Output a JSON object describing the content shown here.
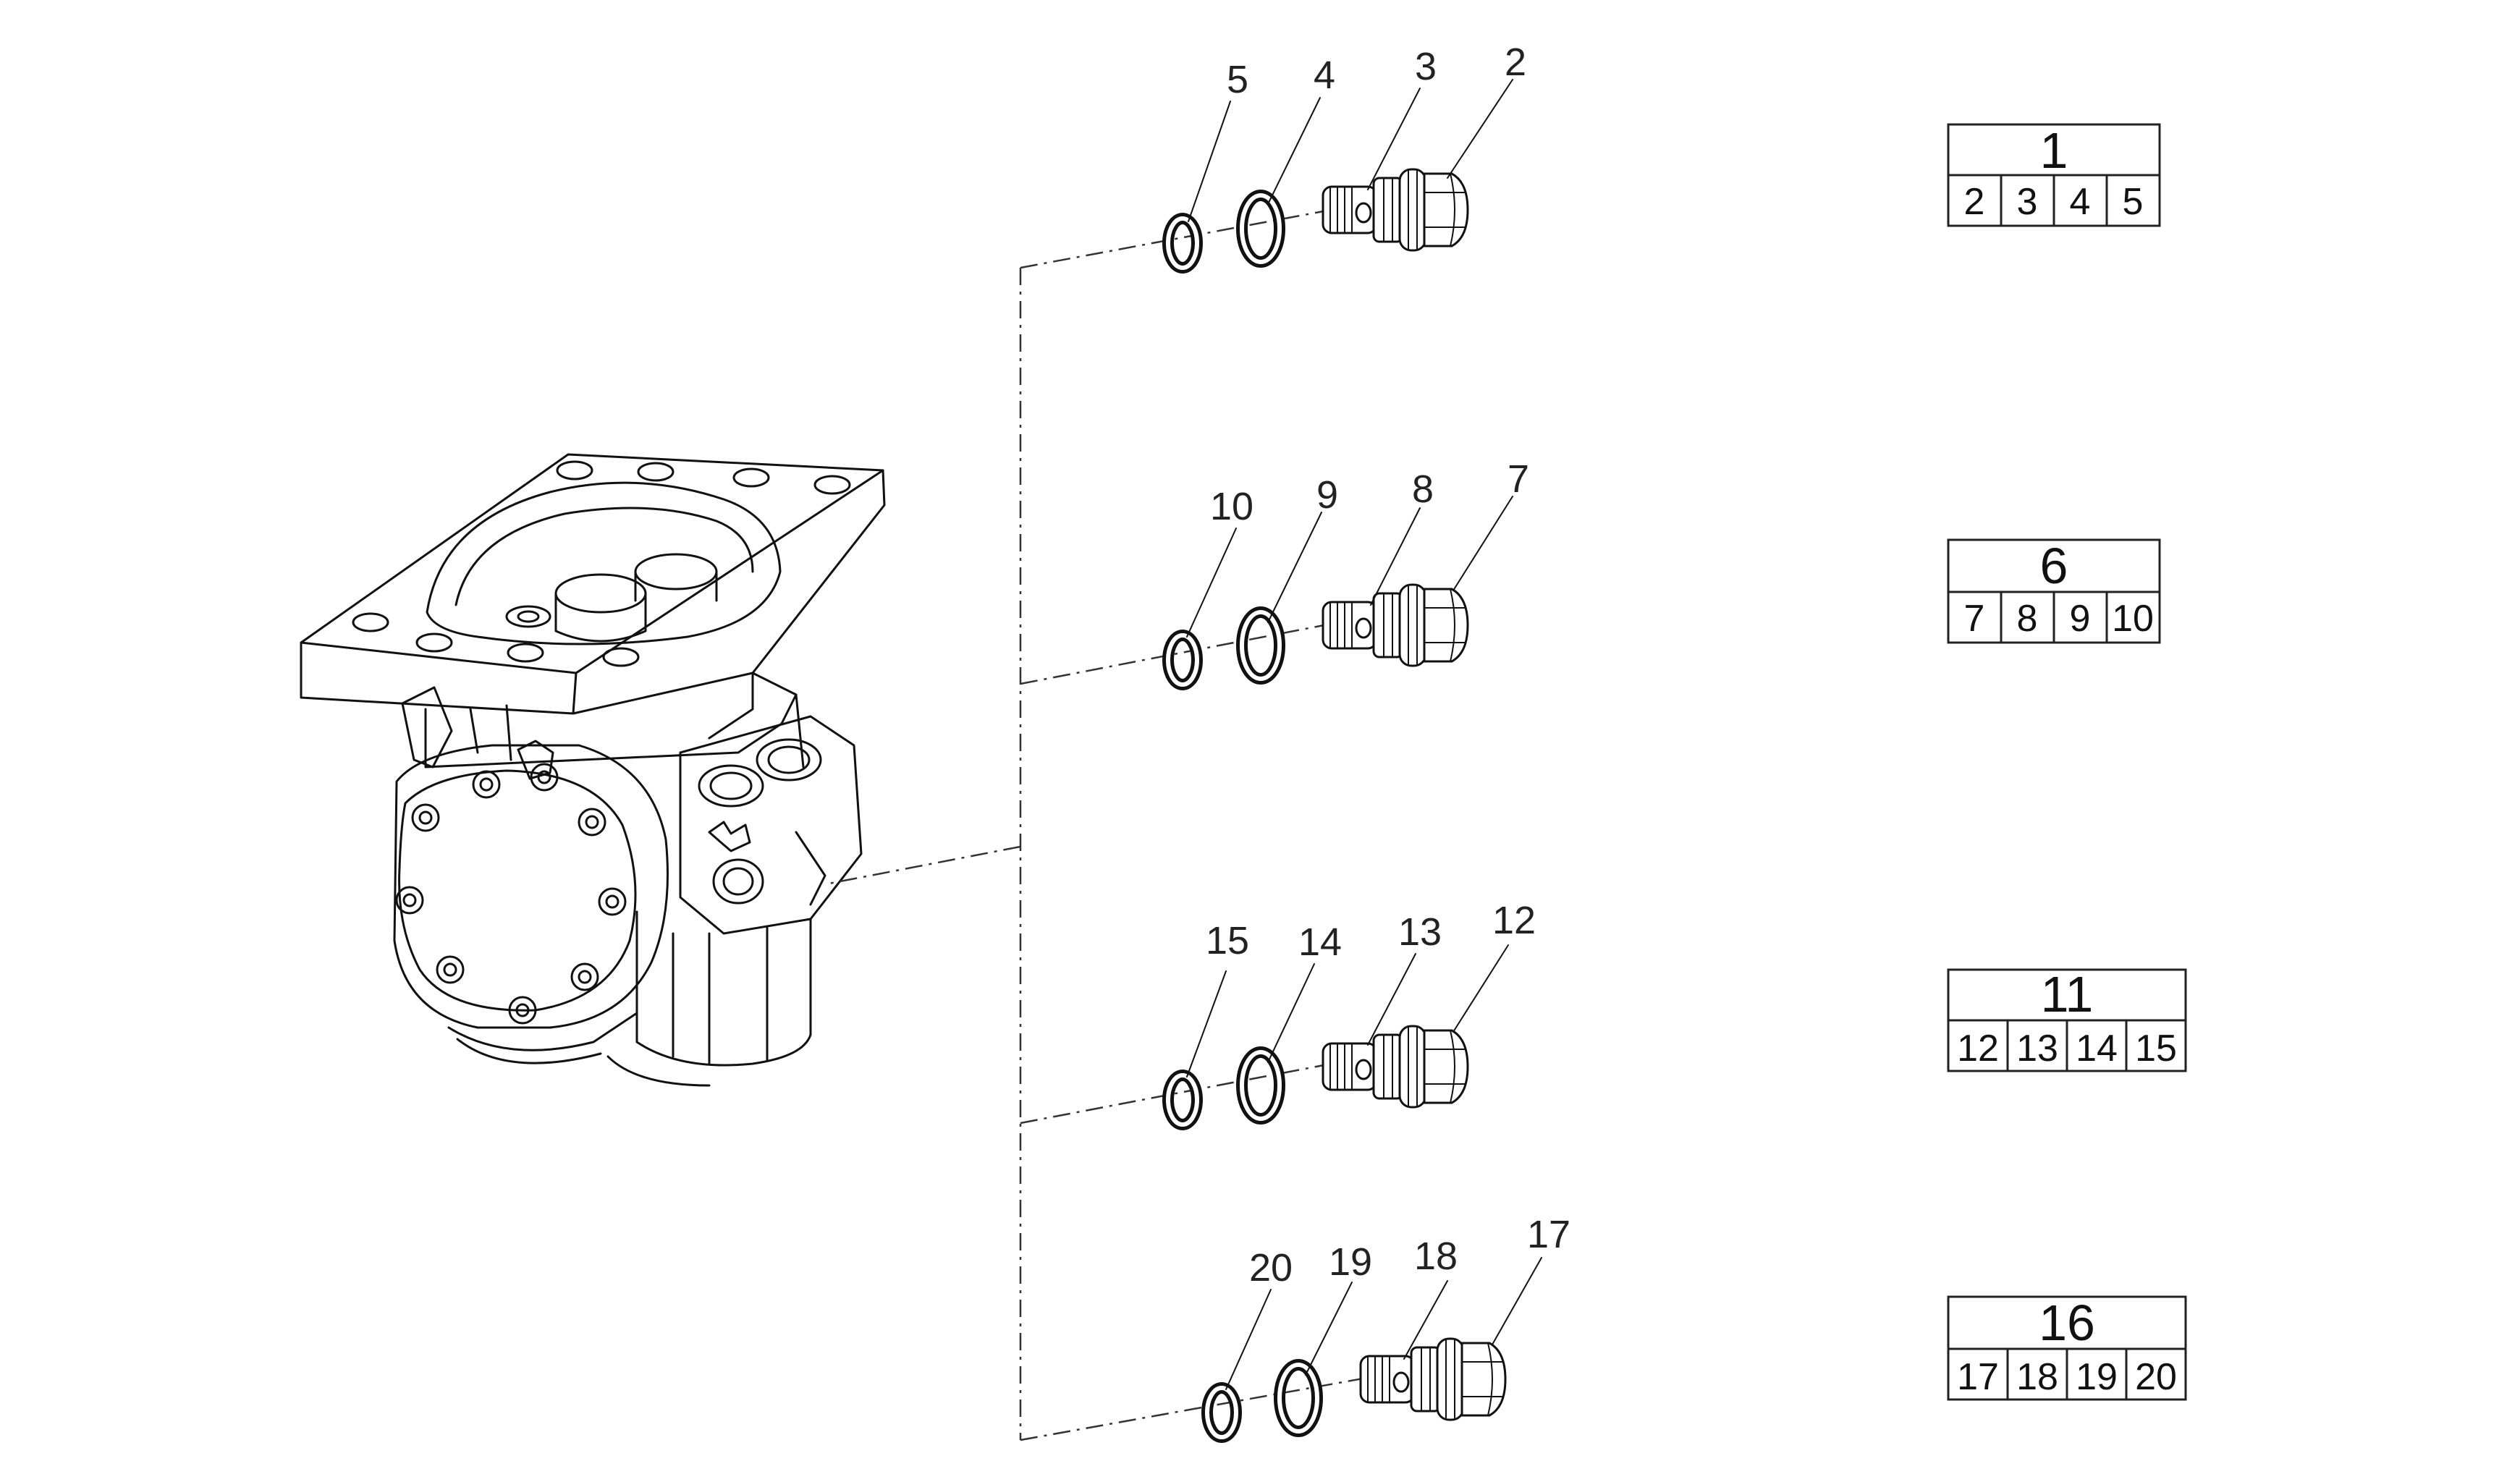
{
  "callouts": {
    "c2": "2",
    "c3": "3",
    "c4": "4",
    "c5": "5",
    "c7": "7",
    "c8": "8",
    "c9": "9",
    "c10": "10",
    "c12": "12",
    "c13": "13",
    "c14": "14",
    "c15": "15",
    "c17": "17",
    "c18": "18",
    "c19": "19",
    "c20": "20"
  },
  "kits": [
    {
      "title": "1",
      "items": [
        "2",
        "3",
        "4",
        "5"
      ]
    },
    {
      "title": "6",
      "items": [
        "7",
        "8",
        "9",
        "10"
      ]
    },
    {
      "title": "11",
      "items": [
        "12",
        "13",
        "14",
        "15"
      ]
    },
    {
      "title": "16",
      "items": [
        "17",
        "18",
        "19",
        "20"
      ]
    }
  ]
}
